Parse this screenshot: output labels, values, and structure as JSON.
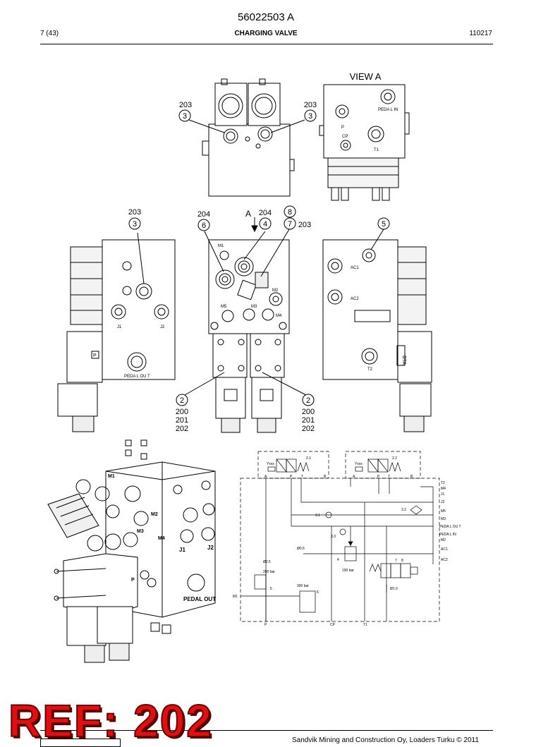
{
  "header": {
    "doc_number": "56022503 A",
    "page": "7 (43)",
    "title": "CHARGING VALVE",
    "date": "110217"
  },
  "views": {
    "view_a": "VIEW A",
    "arrow_a": "A"
  },
  "callouts": {
    "top_left_part": "203",
    "top_left_item": "3",
    "top_right_part": "203",
    "top_right_item": "3",
    "left_part": "203",
    "left_item": "3",
    "mid_part_6": "204",
    "mid_item_6": "6",
    "mid_part_4": "204",
    "mid_item_4": "4",
    "mid_item_8": "8",
    "mid_item_7": "7",
    "mid_part_7": "203",
    "right_item_5": "5",
    "solenoid_left_item": "2",
    "solenoid_left_p1": "200",
    "solenoid_left_p2": "201",
    "solenoid_left_p3": "202",
    "solenoid_right_item": "2",
    "solenoid_right_p1": "200",
    "solenoid_right_p2": "201",
    "solenoid_right_p3": "202"
  },
  "port_labels": {
    "pedal_in": "PEDA L IN",
    "p": "P",
    "cp": "CP",
    "t1": "T1",
    "m1": "M1",
    "m2": "M2",
    "m3": "M3",
    "m4": "M4",
    "m5": "M5",
    "j1": "J1",
    "j2": "J2",
    "pedal_out": "PEDA L OU T",
    "ac1": "AC1",
    "ac2": "AC2",
    "t2": "T2",
    "bta": "BTA",
    "p_box": "P"
  },
  "iso_labels": {
    "m1": "M1",
    "m2": "M2",
    "m3": "M3",
    "m4": "M4",
    "j1": "J1",
    "j2": "J2",
    "pedal_out": "PEDAL OUT",
    "p": "P"
  },
  "schematic": {
    "v21": "2.1",
    "v22": "2.2",
    "yxxx1": "Yxxx",
    "yxxx2": "Yxxx",
    "a": "A",
    "p": "P",
    "t": "T",
    "b": "B",
    "a2": "A",
    "p2": "P",
    "t2port": "T",
    "b2": "B",
    "c31": "3.1",
    "c32": "3.2",
    "c33": "3.3",
    "orifice_06": "Ø0.6",
    "orifice_25": "Ø2.5",
    "bar190": "190 bar",
    "bar200": "200 bar",
    "bar300": "300 bar",
    "n4": "4",
    "n5": "5",
    "n6": "6",
    "n7": "7",
    "n8": "8",
    "orifice_10": "Ø1.0",
    "right_t2": "T2",
    "right_m4": "M4",
    "right_j1": "J1",
    "right_j2": "J2",
    "right_m5": "M5",
    "right_m3": "M3",
    "right_pedal_out": "PEDA L OU T",
    "right_pedal_in": "PEDA L IN",
    "right_m2": "M2",
    "right_ac1": "AC1",
    "right_ac2": "AC2",
    "m1": "M1",
    "bottom_p": "P",
    "bottom_cp": "CP",
    "bottom_t1": "T1"
  },
  "footer": {
    "text": "Sandvik Mining and Construction Oy, Loaders Turku © 2011"
  },
  "stamp": {
    "text": "REF: 202"
  }
}
